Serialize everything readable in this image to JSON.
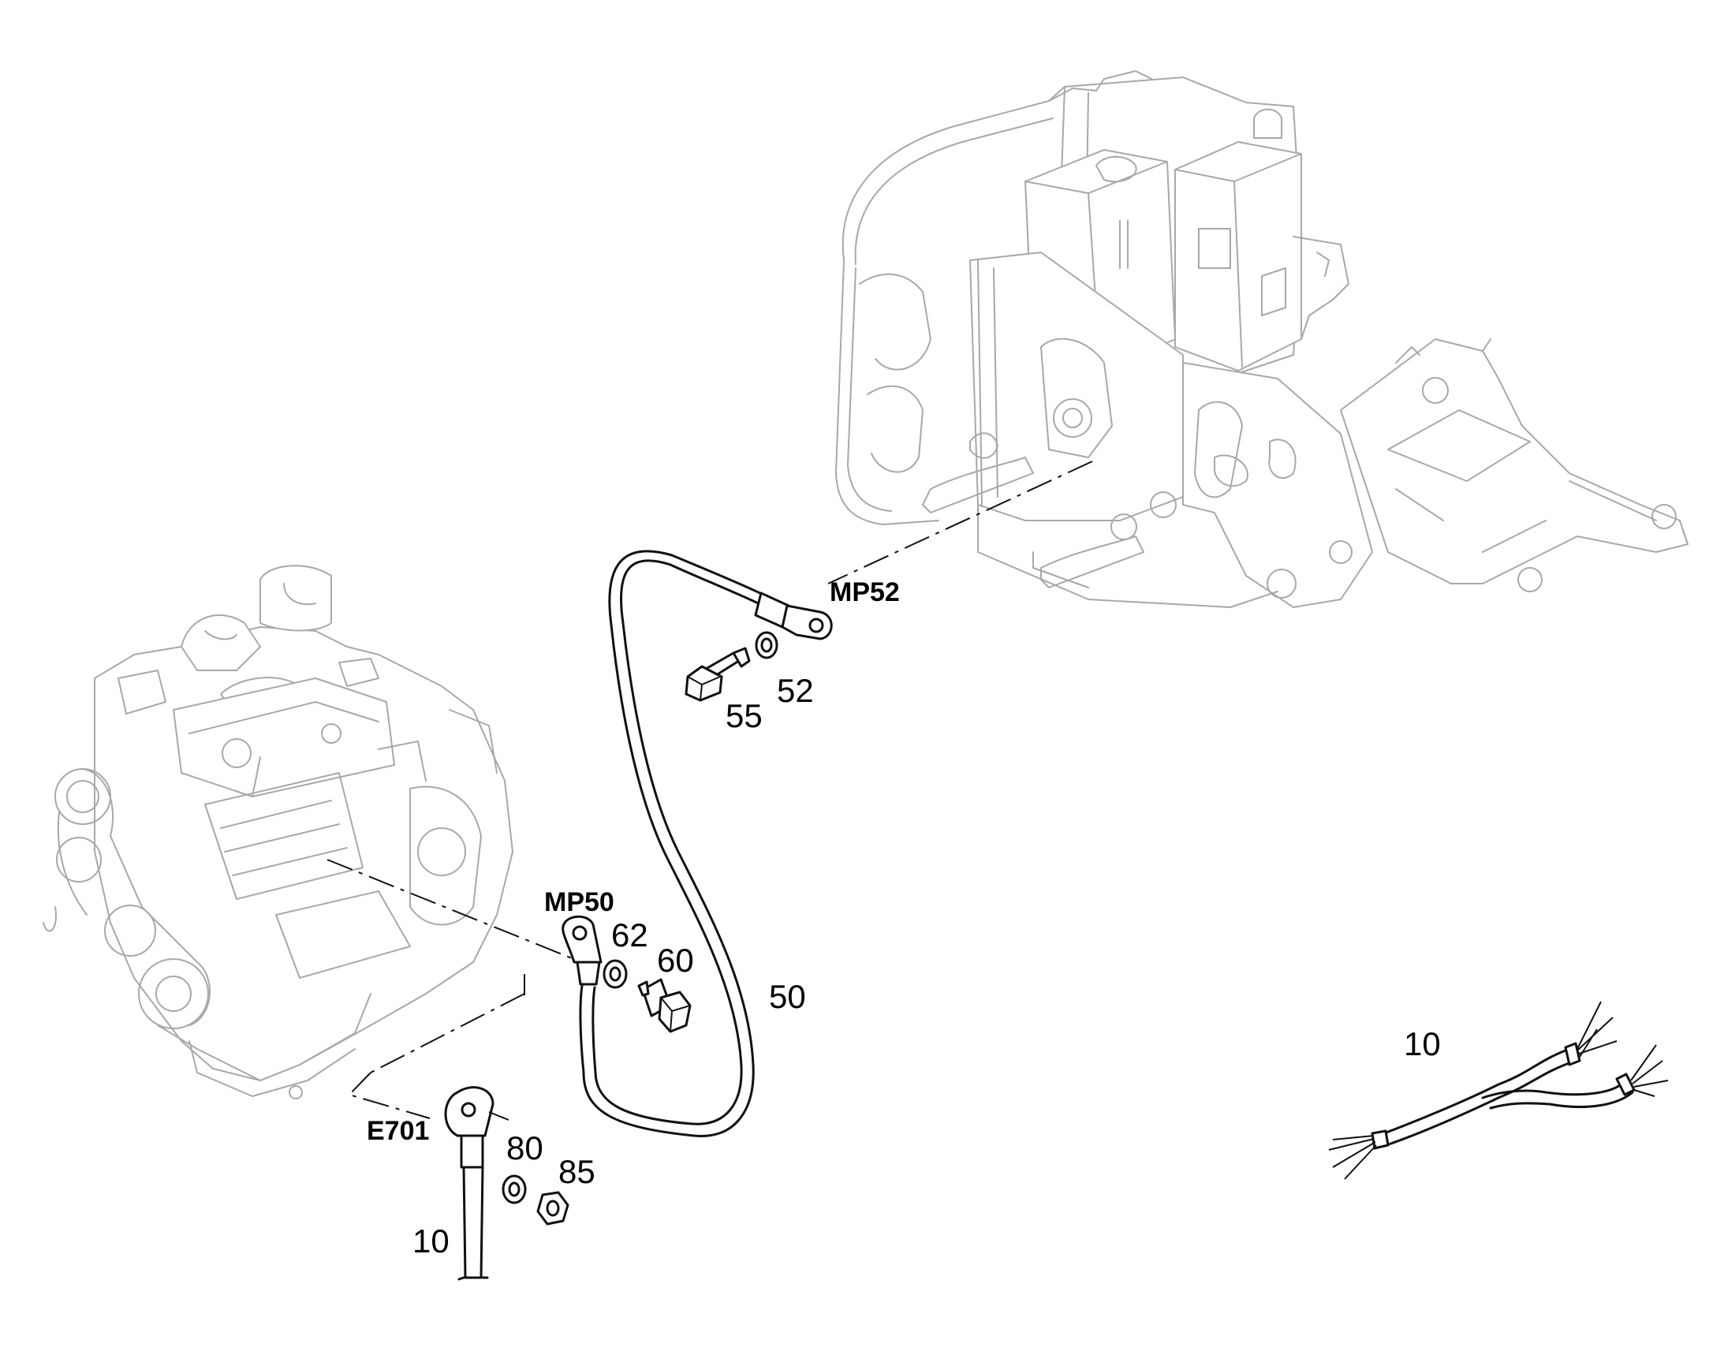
{
  "labels": {
    "mp52": "MP52",
    "mp50": "MP50",
    "e701": "E701",
    "item_50": "50",
    "item_52": "52",
    "item_55": "55",
    "item_60": "60",
    "item_62": "62",
    "item_80": "80",
    "item_85": "85",
    "item_10_terminal": "10",
    "item_10_harness": "10"
  },
  "colors": {
    "line_art": "#111111",
    "background_parts": "#a8a8a8"
  },
  "icons": {
    "engine": "engine-drawing",
    "frame": "machine-frame-drawing",
    "cable": "ground-cable-icon",
    "bolt": "bolt-icon",
    "washer": "washer-icon",
    "nut": "nut-icon",
    "harness": "wiring-harness-icon"
  }
}
